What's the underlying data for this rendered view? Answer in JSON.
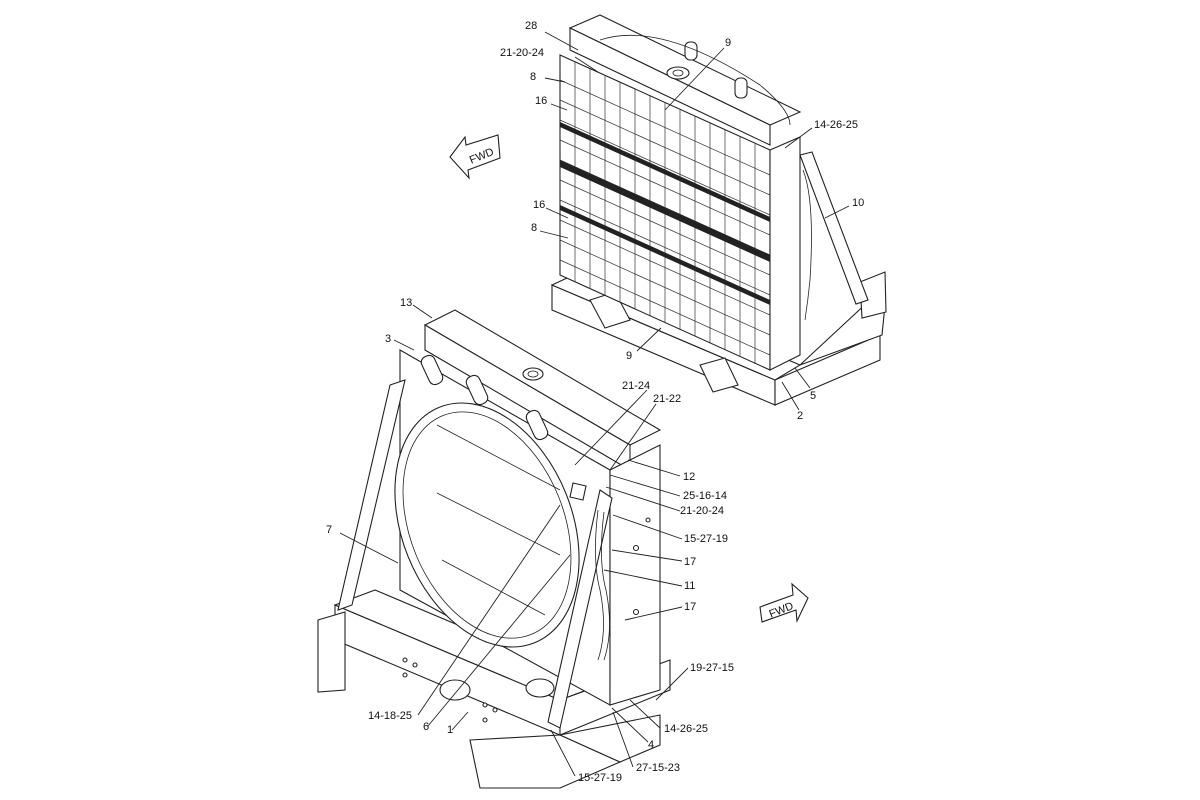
{
  "direction_labels": [
    {
      "id": "fwd_upper",
      "text": "FWD"
    },
    {
      "id": "fwd_lower",
      "text": "FWD"
    }
  ],
  "callouts": [
    {
      "id": "c28",
      "text": "28"
    },
    {
      "id": "c9a",
      "text": "9"
    },
    {
      "id": "c21_20_24a",
      "text": "21-20-24"
    },
    {
      "id": "c8a",
      "text": "8"
    },
    {
      "id": "c16a",
      "text": "16"
    },
    {
      "id": "c14_26_25a",
      "text": "14-26-25"
    },
    {
      "id": "c10",
      "text": "10"
    },
    {
      "id": "c16b",
      "text": "16"
    },
    {
      "id": "c8b",
      "text": "8"
    },
    {
      "id": "c13",
      "text": "13"
    },
    {
      "id": "c9b",
      "text": "9"
    },
    {
      "id": "c3",
      "text": "3"
    },
    {
      "id": "c5",
      "text": "5"
    },
    {
      "id": "c2",
      "text": "2"
    },
    {
      "id": "c21_24",
      "text": "21-24"
    },
    {
      "id": "c21_22",
      "text": "21-22"
    },
    {
      "id": "c12",
      "text": "12"
    },
    {
      "id": "c25_16_14",
      "text": "25-16-14"
    },
    {
      "id": "c21_20_24b",
      "text": "21-20-24"
    },
    {
      "id": "c7",
      "text": "7"
    },
    {
      "id": "c15_27_19a",
      "text": "15-27-19"
    },
    {
      "id": "c17a",
      "text": "17"
    },
    {
      "id": "c11",
      "text": "11"
    },
    {
      "id": "c17b",
      "text": "17"
    },
    {
      "id": "c19_27_15",
      "text": "19-27-15"
    },
    {
      "id": "c14_18_25",
      "text": "14-18-25"
    },
    {
      "id": "c14_26_25b",
      "text": "14-26-25"
    },
    {
      "id": "c6",
      "text": "6"
    },
    {
      "id": "c1",
      "text": "1"
    },
    {
      "id": "c4",
      "text": "4"
    },
    {
      "id": "c27_15_23",
      "text": "27-15-23"
    },
    {
      "id": "c15_27_19b",
      "text": "15-27-19"
    }
  ]
}
